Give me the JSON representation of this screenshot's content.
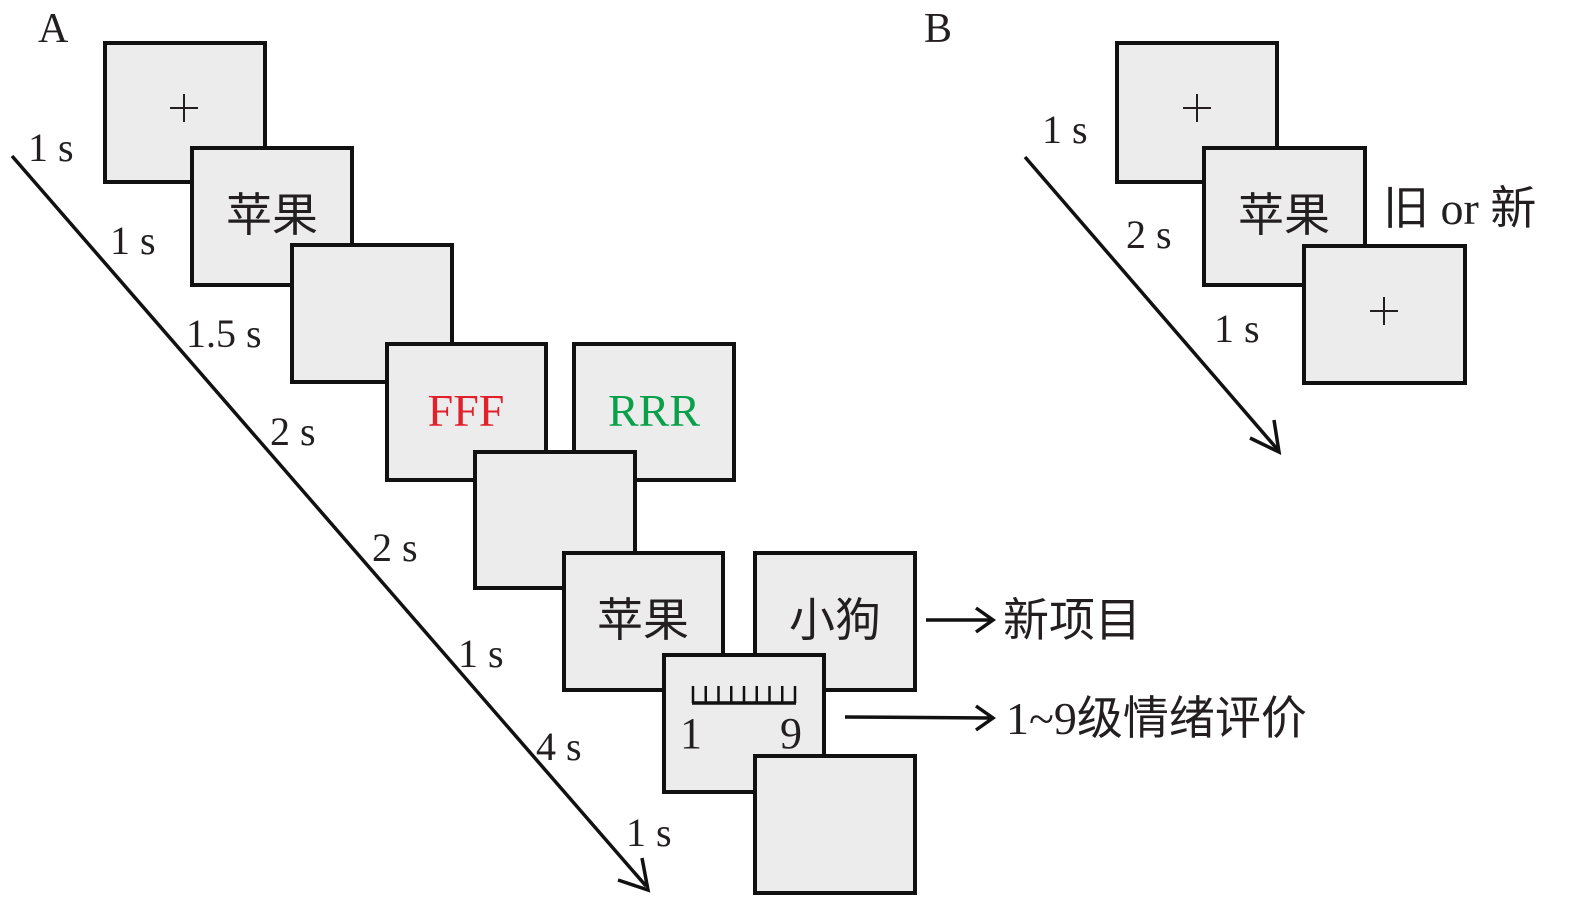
{
  "panels": {
    "A": {
      "label": "A",
      "durations": [
        "1 s",
        "1 s",
        "1.5 s",
        "2 s",
        "2 s",
        "1 s",
        "4 s",
        "1 s"
      ],
      "screens": {
        "fixation": "+",
        "word": "苹果",
        "stroop_left": "FFF",
        "stroop_right": "RRR",
        "test_old": "苹果",
        "test_new": "小狗",
        "scale_min": "1",
        "scale_max": "9"
      },
      "annotations": {
        "new_item": "新项目",
        "rating": "1~9级情绪评价"
      },
      "colors": {
        "stroop_left": "#e0202a",
        "stroop_right": "#0aa04a"
      },
      "scale_ticks": 9
    },
    "B": {
      "label": "B",
      "durations": [
        "1 s",
        "2 s",
        "1 s"
      ],
      "screens": {
        "fixation_1": "+",
        "word": "苹果",
        "fixation_2": "+"
      },
      "annotations": {
        "response": "旧 or 新"
      }
    }
  }
}
